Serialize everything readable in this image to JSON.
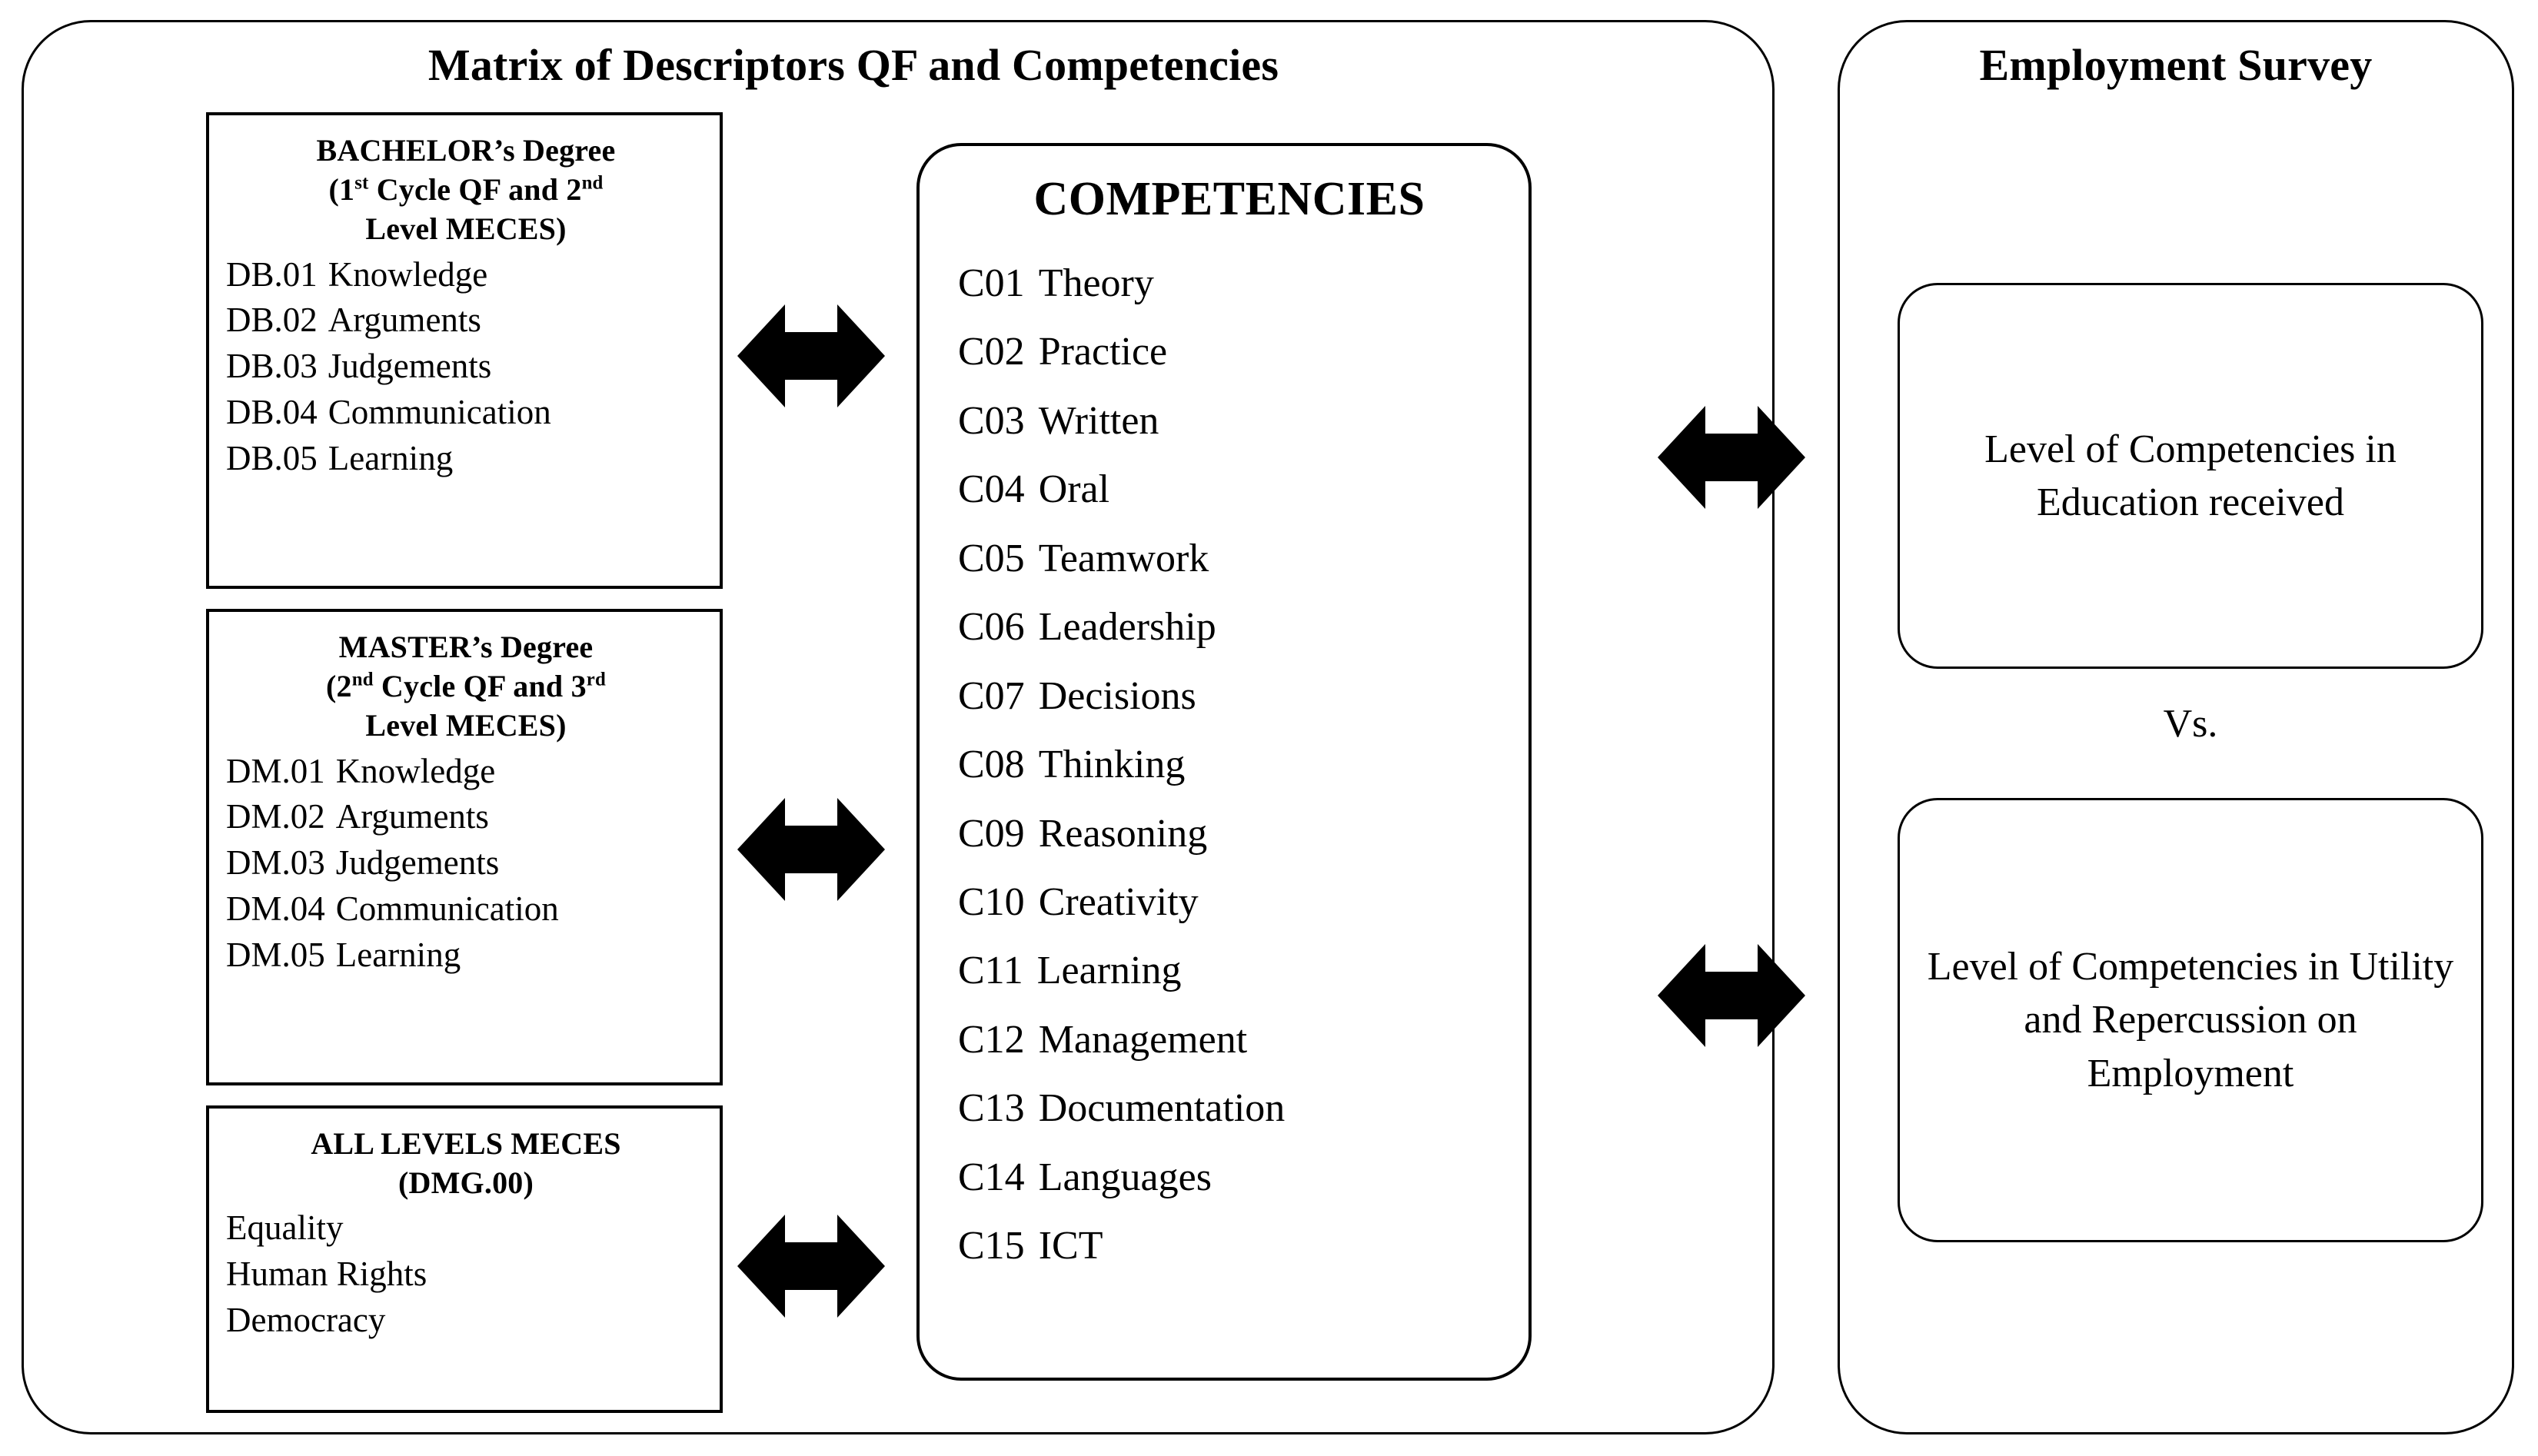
{
  "left_panel": {
    "title": "Matrix of Descriptors QF and Competencies",
    "bachelor_box": {
      "heading_line1": "BACHELOR’s Degree",
      "heading_line2_a": "(1",
      "heading_line2_sup": "st",
      "heading_line2_b": " Cycle QF and 2",
      "heading_line2_sup2": "nd",
      "heading_line3": "Level MECES)",
      "items": [
        {
          "code": "DB.01",
          "label": "Knowledge"
        },
        {
          "code": "DB.02",
          "label": "Arguments"
        },
        {
          "code": "DB.03",
          "label": "Judgements"
        },
        {
          "code": "DB.04",
          "label": "Communication"
        },
        {
          "code": "DB.05",
          "label": "Learning"
        }
      ]
    },
    "master_box": {
      "heading_line1": "MASTER’s Degree",
      "heading_line2_a": "(2",
      "heading_line2_sup": "nd",
      "heading_line2_b": " Cycle QF and 3",
      "heading_line2_sup2": "rd",
      "heading_line3": "Level MECES)",
      "items": [
        {
          "code": "DM.01",
          "label": "Knowledge"
        },
        {
          "code": "DM.02",
          "label": "Arguments"
        },
        {
          "code": "DM.03",
          "label": "Judgements"
        },
        {
          "code": "DM.04",
          "label": "Communication"
        },
        {
          "code": "DM.05",
          "label": "Learning"
        }
      ]
    },
    "general_box": {
      "heading_line1": "ALL LEVELS  MECES",
      "heading_line2": "(DMG.00)",
      "items": [
        {
          "code": "",
          "label": "Equality"
        },
        {
          "code": "",
          "label": "Human  Rights"
        },
        {
          "code": "",
          "label": "Democracy"
        }
      ]
    },
    "competencies_box": {
      "heading": "COMPETENCIES",
      "items": [
        {
          "code": "C01",
          "label": "Theory"
        },
        {
          "code": "C02",
          "label": "Practice"
        },
        {
          "code": "C03",
          "label": "Written"
        },
        {
          "code": "C04",
          "label": "Oral"
        },
        {
          "code": "C05",
          "label": "Teamwork"
        },
        {
          "code": "C06",
          "label": "Leadership"
        },
        {
          "code": "C07",
          "label": "Decisions"
        },
        {
          "code": "C08",
          "label": "Thinking"
        },
        {
          "code": "C09",
          "label": "Reasoning"
        },
        {
          "code": "C10",
          "label": "Creativity"
        },
        {
          "code": "C11",
          "label": "Learning"
        },
        {
          "code": "C12",
          "label": "Management"
        },
        {
          "code": "C13",
          "label": "Documentation"
        },
        {
          "code": "C14",
          "label": "Languages"
        },
        {
          "code": "C15",
          "label": "ICT"
        }
      ]
    }
  },
  "right_panel": {
    "title": "Employment Survey",
    "education_box": "Level of Competencies in Education received",
    "vs_label": "Vs.",
    "employment_box": "Level of Competencies in Utility and Repercussion on Employment"
  },
  "arrows": {
    "bachelor_to_competencies": "double-arrow-icon",
    "master_to_competencies": "double-arrow-icon",
    "general_to_competencies": "double-arrow-icon",
    "competencies_to_education": "double-arrow-icon",
    "competencies_to_employment": "double-arrow-icon"
  },
  "colors": {
    "stroke": "#000000",
    "background": "#ffffff",
    "arrow_fill": "#000000"
  }
}
